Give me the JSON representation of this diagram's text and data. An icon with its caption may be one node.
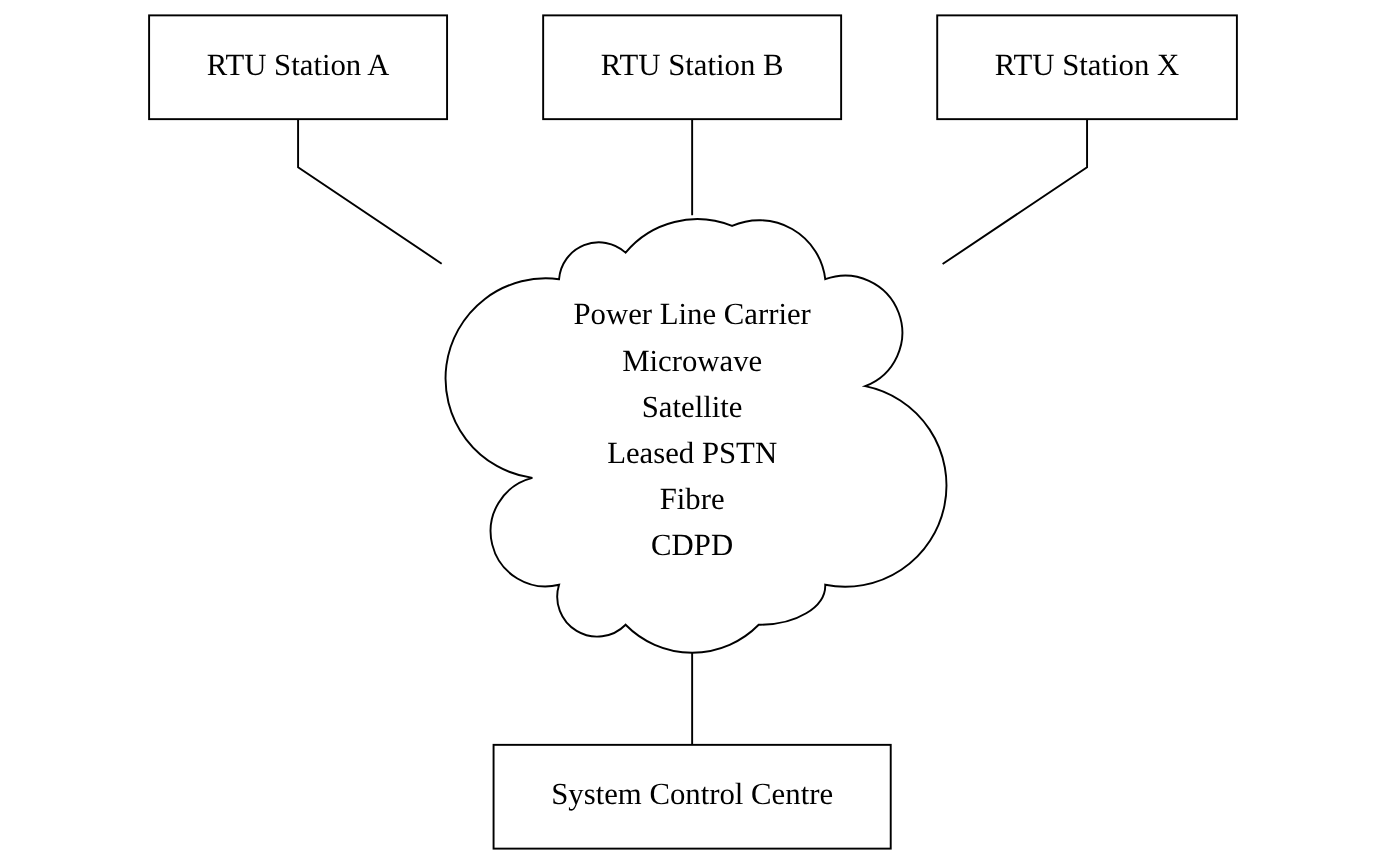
{
  "diagram": {
    "nodes": [
      {
        "text": [
          "RTU Station A"
        ]
      },
      {
        "text": [
          "RTU Station B"
        ]
      },
      {
        "text": [
          "RTU Station X"
        ]
      },
      {
        "text": [
          "Power Line Carrier",
          "Microwave",
          "Satellite",
          "Leased PSTN",
          "Fibre",
          "CDPD"
        ]
      },
      {
        "text": [
          "System Control Centre"
        ]
      }
    ],
    "edges": [
      {
        "from": 0,
        "to": 3,
        "arrow": "none"
      },
      {
        "from": 1,
        "to": 3,
        "arrow": "none"
      },
      {
        "from": 2,
        "to": 3,
        "arrow": "none"
      },
      {
        "from": 3,
        "to": 4,
        "arrow": "none"
      }
    ]
  }
}
